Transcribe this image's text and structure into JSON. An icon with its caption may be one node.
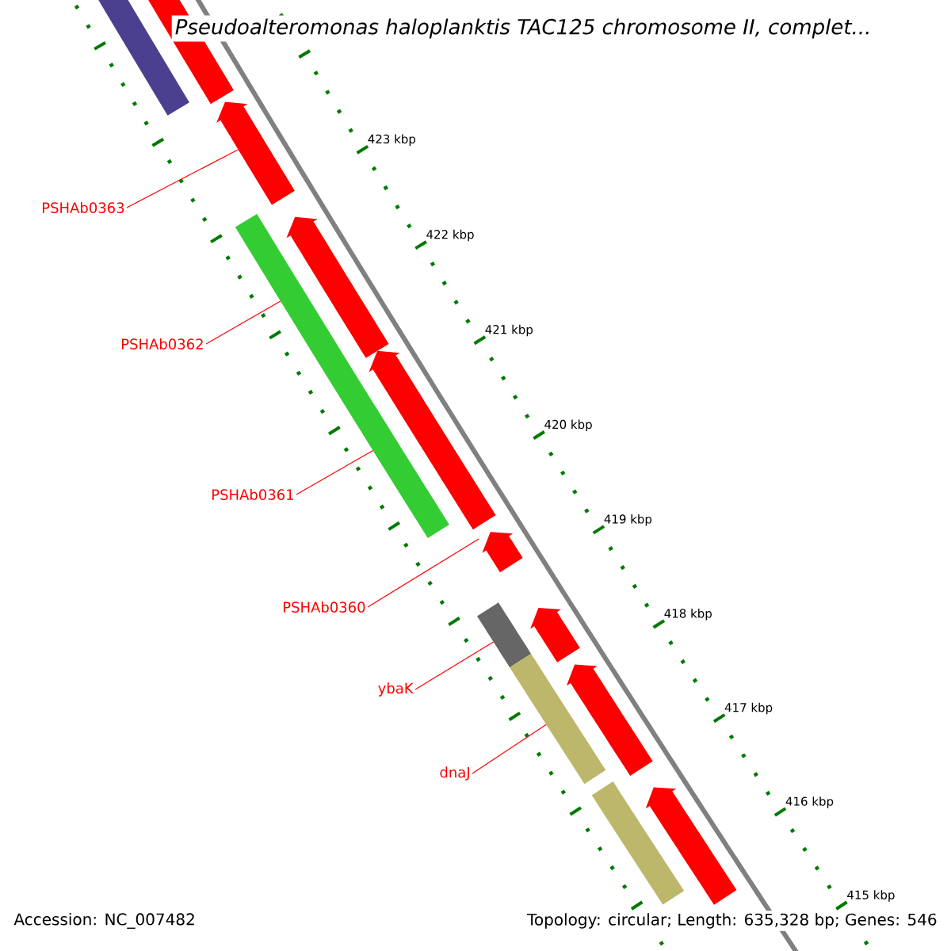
{
  "diagram": {
    "title": "Pseudoalteromonas haloplanktis TAC125 chromosome II, complet...",
    "nodes": [
      {
        "text": [
          "PSHAb0363"
        ]
      },
      {
        "text": [
          "PSHAb0362"
        ]
      },
      {
        "text": [
          "PSHAb0361"
        ]
      },
      {
        "text": [
          "PSHAb0360"
        ]
      },
      {
        "text": [
          "ybaK"
        ]
      },
      {
        "text": [
          "dnaJ"
        ]
      },
      {
        "text": [],
        "shape": "bar"
      },
      {
        "text": [],
        "shape": "pentagon"
      },
      {
        "text": [],
        "shape": "pentagon"
      },
      {
        "text": [],
        "shape": "bar"
      },
      {
        "text": [],
        "shape": "pentagon"
      },
      {
        "text": [],
        "shape": "pentagon"
      },
      {
        "text": [],
        "shape": "pentagon"
      },
      {
        "text": [],
        "shape": "bar"
      },
      {
        "text": [],
        "shape": "pentagon"
      },
      {
        "text": [],
        "shape": "bar"
      },
      {
        "text": [],
        "shape": "pentagon"
      },
      {
        "text": [],
        "shape": "bar"
      },
      {
        "text": [],
        "shape": "pentagon"
      }
    ],
    "edges": [
      {
        "from": 0,
        "to": 8,
        "arrow": "none"
      },
      {
        "from": 1,
        "to": 9,
        "arrow": "none"
      },
      {
        "from": 2,
        "to": 9,
        "arrow": "none"
      },
      {
        "from": 3,
        "to": 12,
        "arrow": "none"
      },
      {
        "from": 4,
        "to": 13,
        "arrow": "none"
      },
      {
        "from": 5,
        "to": 15,
        "arrow": "none"
      }
    ],
    "labels": [
      "423 kbp",
      "422 kbp",
      "421 kbp",
      "420 kbp",
      "419 kbp",
      "418 kbp",
      "417 kbp",
      "416 kbp",
      "415 kbp",
      "Accession: NC_007482",
      "Topology: circular; Length: 635,328 bp; Genes: 546"
    ]
  }
}
